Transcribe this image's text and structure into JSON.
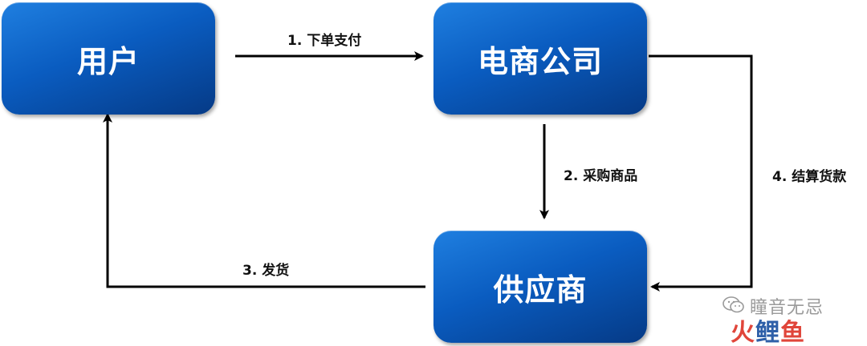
{
  "nodes": {
    "user": "用户",
    "ecommerce": "电商公司",
    "supplier": "供应商"
  },
  "edges": {
    "order_pay": "1. 下单支付",
    "purchase_goods": "2. 采购商品",
    "ship": "3. 发货",
    "settle_payment": "4. 结算货款"
  },
  "watermark": {
    "text": "瞳音无忌",
    "logo": [
      "火",
      "鲤",
      "鱼"
    ]
  },
  "colors": {
    "node_fill": "#0a5cc0",
    "node_text": "#ffffff",
    "arrow": "#000000",
    "label": "#111111"
  }
}
